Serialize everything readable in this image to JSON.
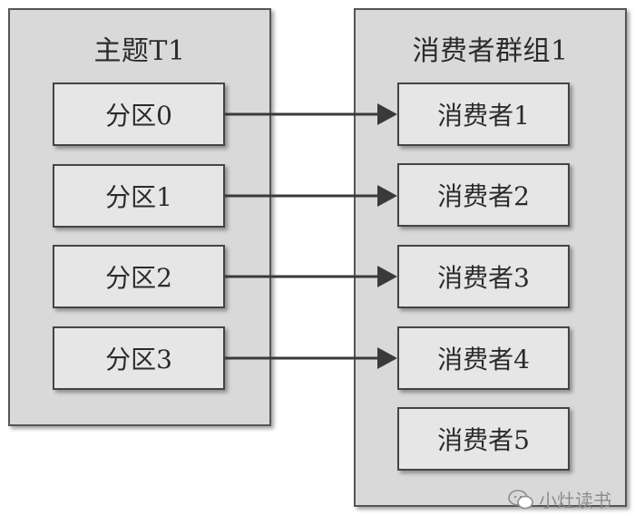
{
  "topic": {
    "title": "主题T1",
    "partitions": [
      {
        "label": "分区0"
      },
      {
        "label": "分区1"
      },
      {
        "label": "分区2"
      },
      {
        "label": "分区3"
      }
    ]
  },
  "consumer_group": {
    "title": "消费者群组1",
    "consumers": [
      {
        "label": "消费者1"
      },
      {
        "label": "消费者2"
      },
      {
        "label": "消费者3"
      },
      {
        "label": "消费者4"
      },
      {
        "label": "消费者5"
      }
    ]
  },
  "watermark": {
    "text": "小灶读书"
  },
  "colors": {
    "group_fill": "#d9d9d9",
    "node_fill": "#e6e6e6",
    "stroke": "#444444"
  }
}
